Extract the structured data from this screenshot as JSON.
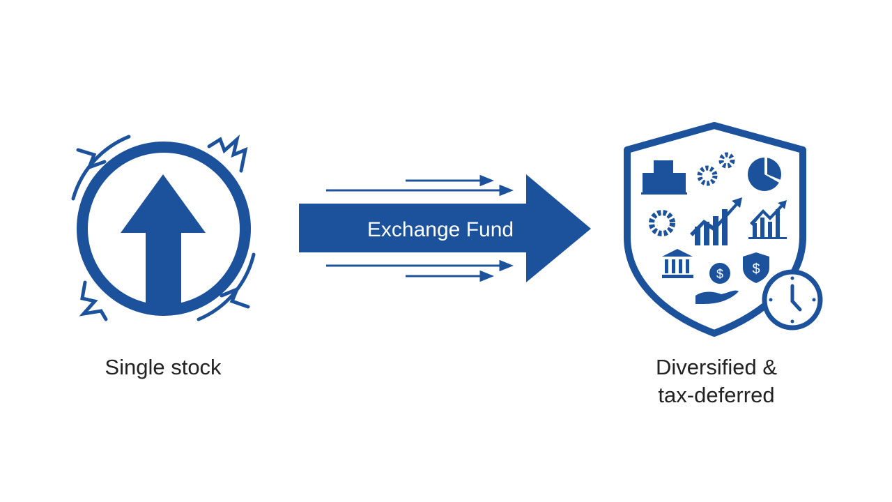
{
  "colors": {
    "primary": "#1c519c",
    "text": "#222222",
    "background": "#ffffff"
  },
  "left": {
    "label": "Single stock",
    "icon": "up-arrow-circle-icon"
  },
  "middle": {
    "label": "Exchange Fund",
    "icon": "right-arrow-icon"
  },
  "right": {
    "label_line1": "Diversified &",
    "label_line2": "tax-deferred",
    "icon": "shield-portfolio-icon"
  }
}
